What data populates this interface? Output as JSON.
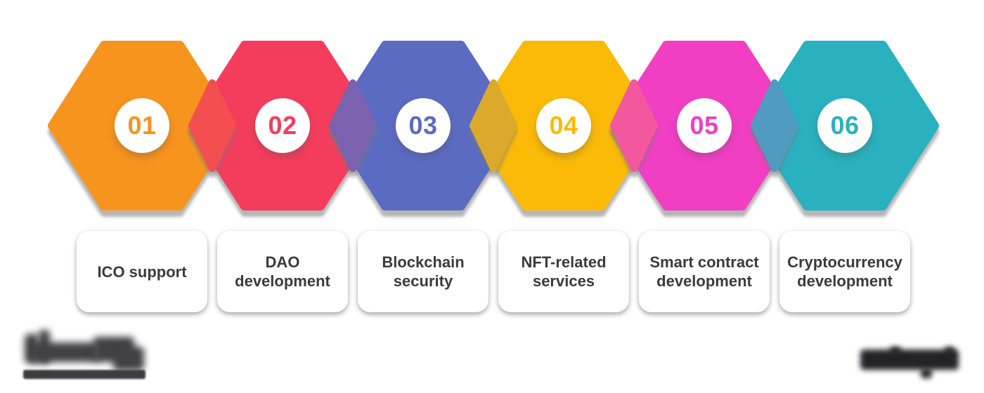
{
  "steps": [
    {
      "number": "01",
      "label": "ICO support",
      "color": "#F7941E"
    },
    {
      "number": "02",
      "label": "DAO development",
      "color": "#F43D5C"
    },
    {
      "number": "03",
      "label": "Blockchain security",
      "color": "#5C6BC2"
    },
    {
      "number": "04",
      "label": "NFT-related services",
      "color": "#FBBA07"
    },
    {
      "number": "05",
      "label": "Smart contract development",
      "color": "#F13FC4"
    },
    {
      "number": "06",
      "label": "Cryptocurrency development",
      "color": "#29B1BF"
    }
  ],
  "style": {
    "background": "#FFFFFF",
    "card_background": "#FFFFFF",
    "card_text_color": "#3B3B3B",
    "circle_background": "#FFFFFF",
    "shadow_color": "#7A7A7A",
    "junction_blend_alpha": 0.8
  },
  "branding": {
    "bottom_left_logo": "blurred-redacted",
    "bottom_right_logo": "blurred-redacted"
  }
}
